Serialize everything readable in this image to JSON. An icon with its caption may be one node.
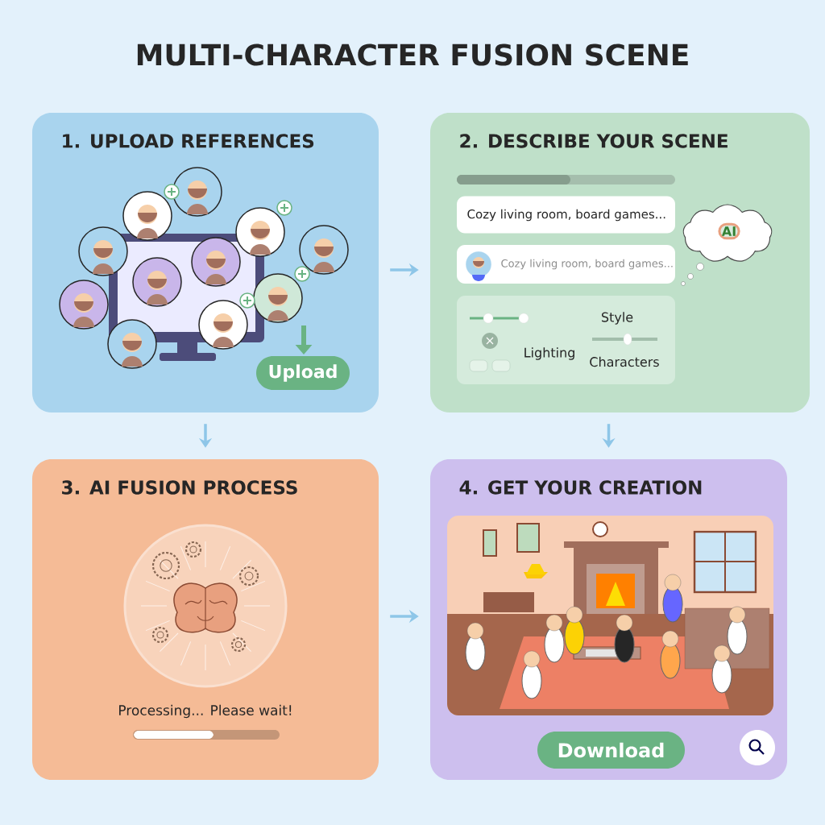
{
  "diagram": {
    "title": "MULTI-CHARACTER FUSION SCENE",
    "nodes": [
      {
        "text": [
          "1. UPLOAD REFERENCES"
        ]
      },
      {
        "text": [
          "Upload"
        ],
        "in": 0
      },
      {
        "text": [
          "2. DESCRIBE YOUR SCENE"
        ]
      },
      {
        "text": [
          "Cozy living room, board games..."
        ],
        "in": 2
      },
      {
        "text": [
          "Cozy living room, board games..."
        ],
        "in": 2
      },
      {
        "text": [
          "Style",
          "Lighting",
          "Characters"
        ],
        "in": 2
      },
      {
        "text": [
          "AI"
        ],
        "in": 2
      },
      {
        "text": [
          "3. AI FUSION PROCESS",
          "Processing... Please wait!"
        ]
      },
      {
        "text": [
          "4. GET YOUR CREATION"
        ]
      },
      {
        "text": [
          "Download"
        ],
        "in": 8
      }
    ],
    "edges": [
      {
        "from": 0,
        "to": 2,
        "arrow": "to"
      },
      {
        "from": 0,
        "to": 7,
        "arrow": "to"
      },
      {
        "from": 2,
        "to": 8,
        "arrow": "to"
      },
      {
        "from": 7,
        "to": 8,
        "arrow": "to"
      }
    ]
  }
}
